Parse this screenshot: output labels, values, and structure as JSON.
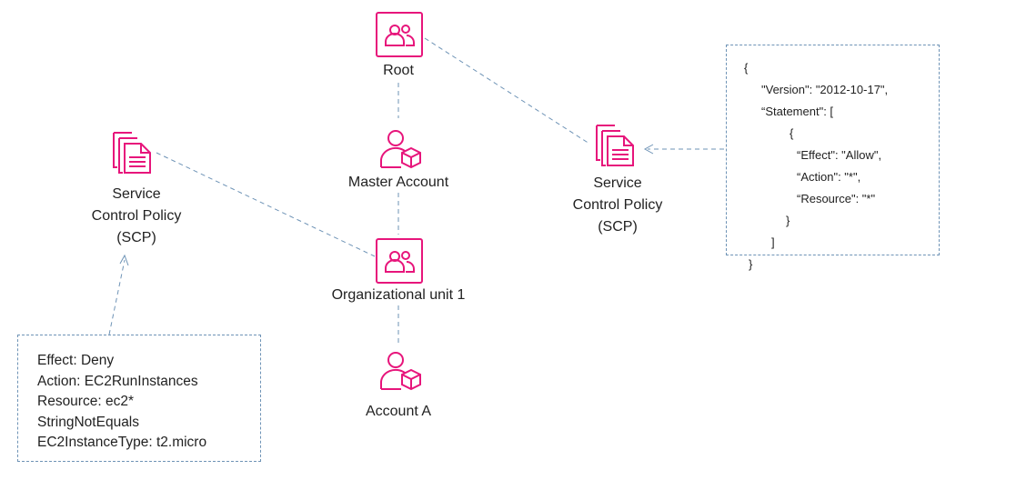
{
  "colors": {
    "accent": "#e7157b",
    "connector": "#6e93b6",
    "text": "#222222"
  },
  "nodes": {
    "root": {
      "label": "Root",
      "icon": "group-icon"
    },
    "master_account": {
      "label": "Master Account",
      "icon": "account-icon"
    },
    "ou1": {
      "label": "Organizational unit 1",
      "icon": "group-icon"
    },
    "account_a": {
      "label": "Account A",
      "icon": "account-icon"
    },
    "scp_left": {
      "lines": [
        "Service",
        "Control Policy",
        "(SCP)"
      ],
      "icon": "policy-documents-icon"
    },
    "scp_right": {
      "lines": [
        "Service",
        "Control Policy",
        "(SCP)"
      ],
      "icon": "policy-documents-icon"
    }
  },
  "policy_json": {
    "lines": [
      "{",
      "\"Version\": \"2012-10-17\",",
      "“Statement\": [",
      "{",
      "“Effect\": \"Allow\",",
      "“Action\": \"*\",",
      "“Resource\": \"*\"",
      "}",
      "]",
      "}"
    ]
  },
  "deny_policy": {
    "lines": [
      "Effect: Deny",
      "Action: EC2RunInstances",
      "Resource: ec2*",
      "StringNotEquals",
      "EC2InstanceType: t2.micro"
    ]
  }
}
